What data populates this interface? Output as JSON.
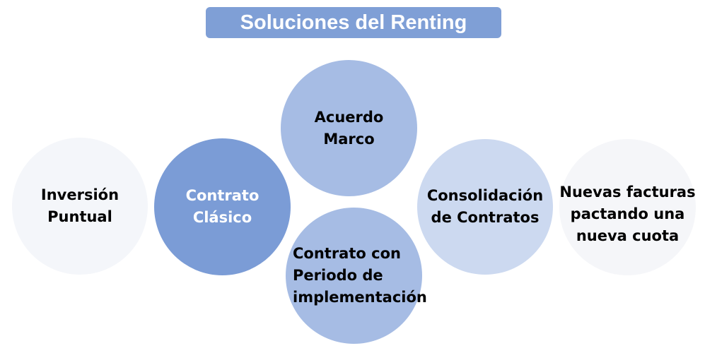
{
  "title": "Soluciones del Renting",
  "circles": {
    "inversion": {
      "line1": "Inversión",
      "line2": "Puntual"
    },
    "clasico": {
      "line1": "Contrato",
      "line2": "Clásico"
    },
    "acuerdo": {
      "line1": "Acuerdo",
      "line2": "Marco"
    },
    "periodo": {
      "line1": "Contrato con",
      "line2": "Periodo de",
      "line3": "implementación"
    },
    "consolidacion": {
      "line1": "Consolidación",
      "line2": "de Contratos"
    },
    "nuevas": {
      "line1": "Nuevas facturas",
      "line2": "pactando una",
      "line3": "nueva cuota"
    }
  },
  "colors": {
    "title_bg": "#7f9fd6",
    "clasico": "#7b9cd6",
    "acuerdo_periodo": "#a6bce4",
    "consolidacion": "#ccd9f0",
    "light": "#f4f6fa"
  }
}
